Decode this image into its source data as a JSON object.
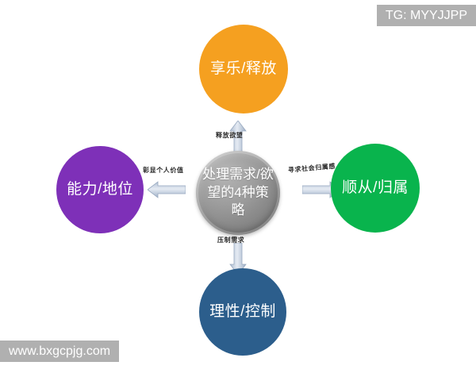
{
  "diagram": {
    "hub": {
      "label": "处理需求/欲望的4种策略",
      "color": "#9a9a9a"
    },
    "nodes": [
      {
        "id": "top",
        "label": "享乐/释放",
        "color": "#F5A020",
        "direction": "up"
      },
      {
        "id": "right",
        "label": "顺从/归属",
        "color": "#09B44D",
        "direction": "right"
      },
      {
        "id": "bottom",
        "label": "理性/控制",
        "color": "#2C5E8C",
        "direction": "down"
      },
      {
        "id": "left",
        "label": "能力/地位",
        "color": "#7E30B8",
        "direction": "left"
      }
    ],
    "connectors": [
      {
        "id": "up",
        "caption": "释放欲望",
        "direction": "up"
      },
      {
        "id": "right",
        "caption": "寻求社会归属感",
        "direction": "right"
      },
      {
        "id": "down",
        "caption": "压制需求",
        "direction": "down"
      },
      {
        "id": "left",
        "caption": "彰显个人价值",
        "direction": "left"
      }
    ],
    "arrow_color": "#c3cedd"
  },
  "watermarks": {
    "badge": "TG: MYYJJPP",
    "site": "www.bxgcpjg.com",
    "color": "#b0b0b0"
  }
}
